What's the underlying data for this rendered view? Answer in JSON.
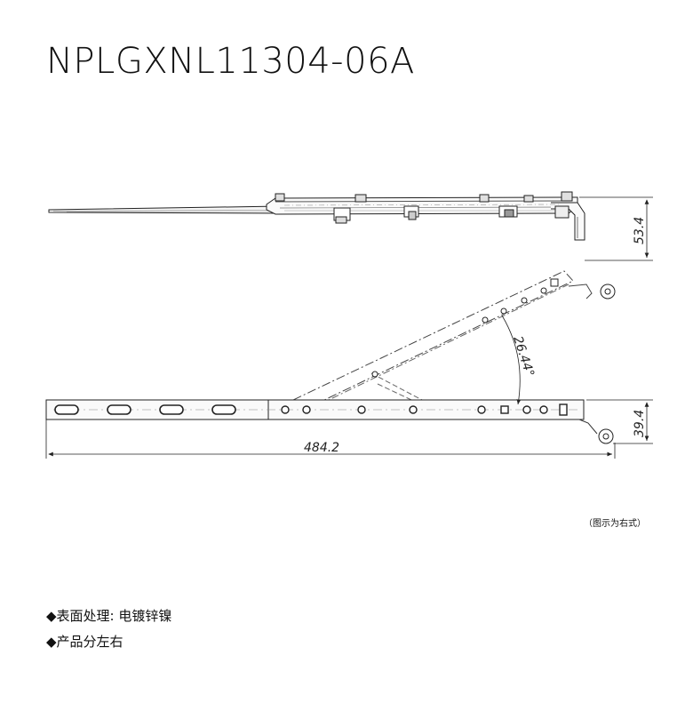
{
  "title": "NPLGXNL11304-06A",
  "dimensions": {
    "height_closed": "53.4",
    "angle": "26.44°",
    "height_open": "39.4",
    "length": "484.2"
  },
  "note": "（图示为右式）",
  "specs": [
    "◆表面处理: 电镀锌镍",
    "◆产品分左右"
  ]
}
